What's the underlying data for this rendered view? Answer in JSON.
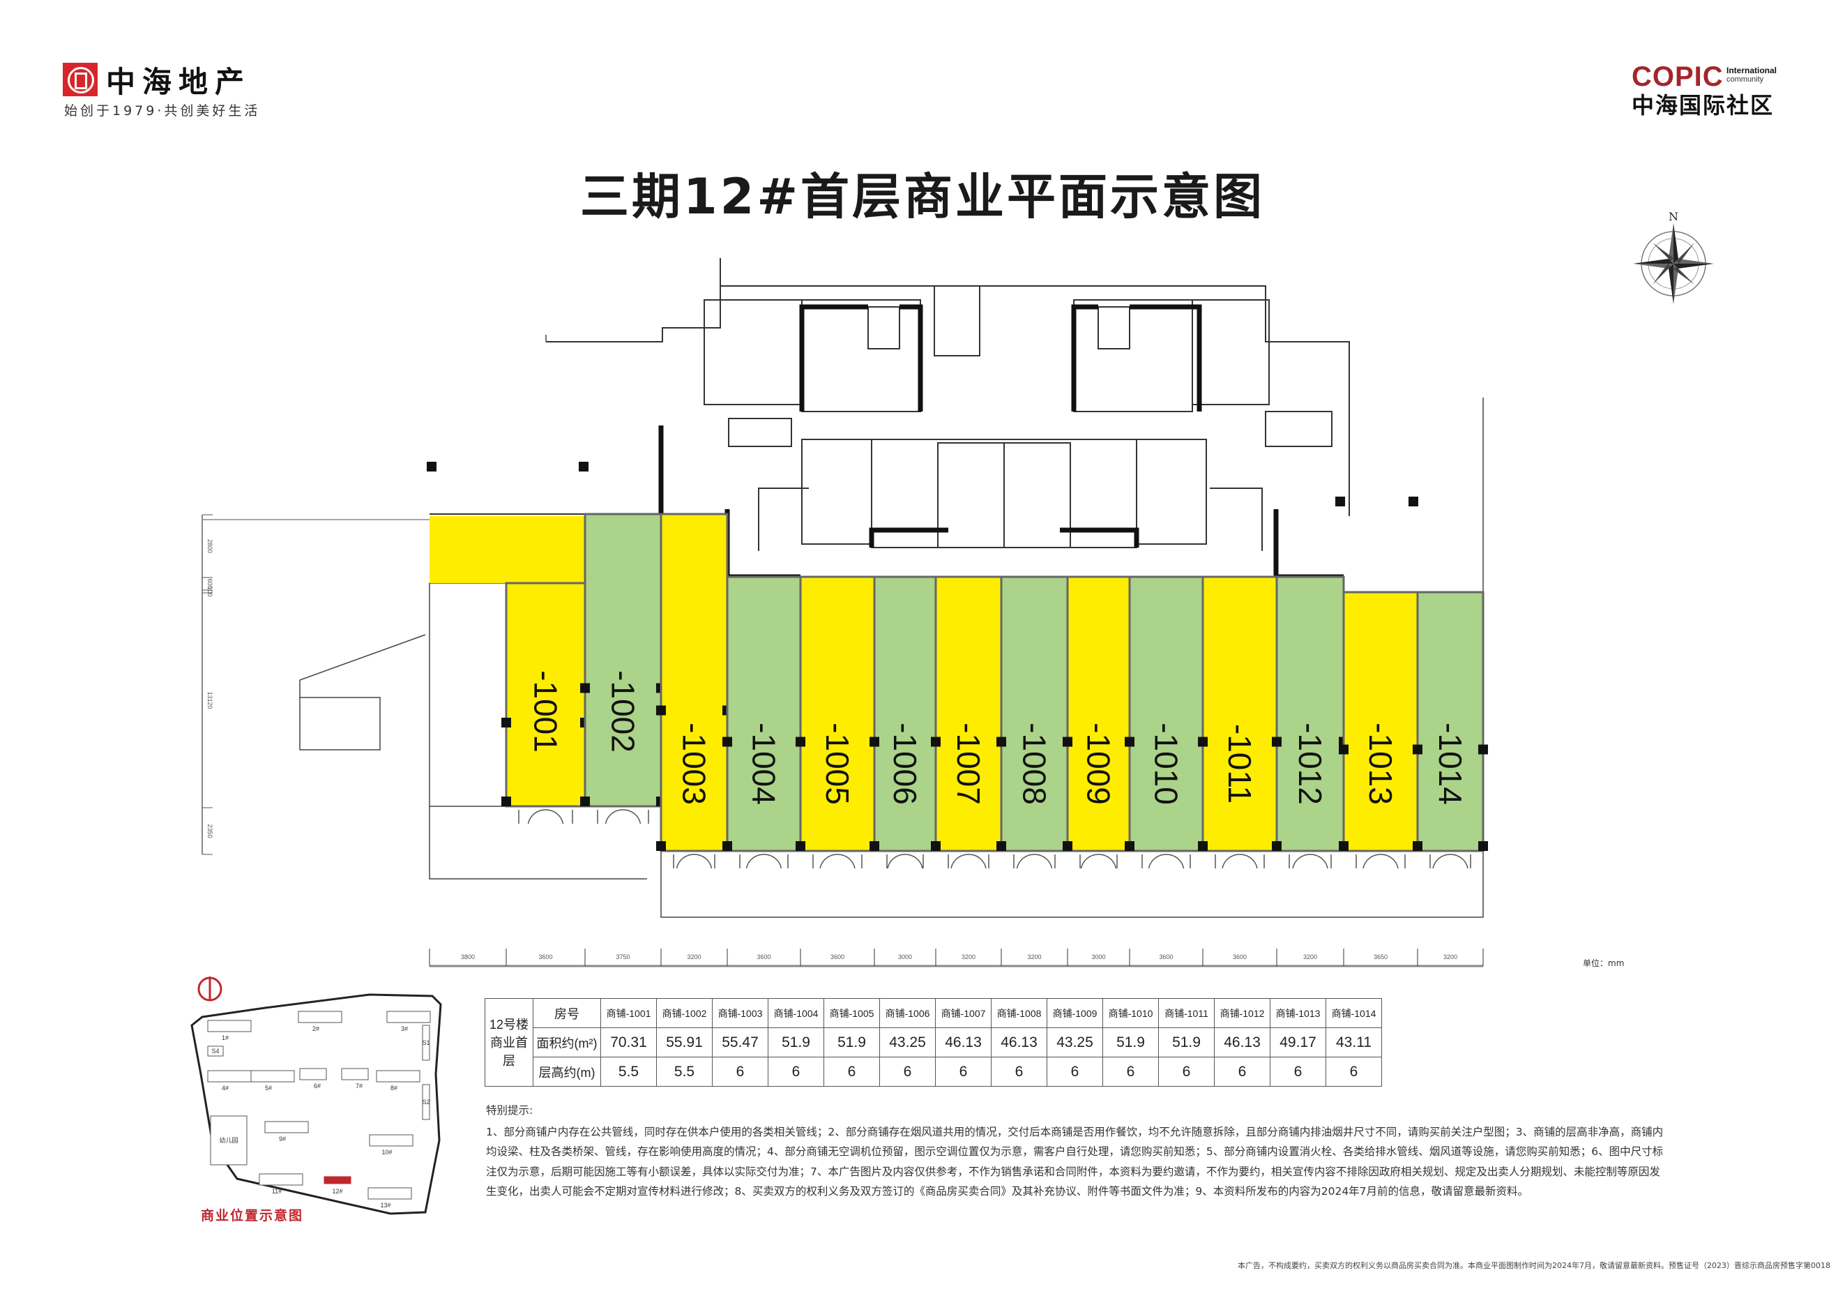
{
  "header": {
    "brand_name": "中海地产",
    "brand_slogan": "始创于1979·共创美好生活",
    "community_logo": "COPIC",
    "community_logo_sub1": "International",
    "community_logo_sub2": "community",
    "community_name": "中海国际社区",
    "title": "三期12#首层商业平面示意图"
  },
  "compass": {
    "north_label": "N"
  },
  "colors": {
    "yellow_unit": "#FFED00",
    "green_unit": "#ABD38A",
    "brand_red": "#D7262B"
  },
  "plan": {
    "units": [
      {
        "label": "-1001",
        "color": "yellow"
      },
      {
        "label": "-1002",
        "color": "green"
      },
      {
        "label": "-1003",
        "color": "yellow"
      },
      {
        "label": "-1004",
        "color": "green"
      },
      {
        "label": "-1005",
        "color": "yellow"
      },
      {
        "label": "-1006",
        "color": "green"
      },
      {
        "label": "-1007",
        "color": "yellow"
      },
      {
        "label": "-1008",
        "color": "green"
      },
      {
        "label": "-1009",
        "color": "yellow"
      },
      {
        "label": "-1010",
        "color": "green"
      },
      {
        "label": "-1011",
        "color": "yellow"
      },
      {
        "label": "-1012",
        "color": "green"
      },
      {
        "label": "-1013",
        "color": "yellow"
      },
      {
        "label": "-1014",
        "color": "green"
      }
    ],
    "bottom_dimensions": [
      "3800",
      "3600",
      "3750",
      "3200",
      "3600",
      "3600",
      "3000",
      "3200",
      "3200",
      "3000",
      "3600",
      "3600",
      "3200",
      "3650",
      "3200"
    ],
    "left_dimensions": [
      "2800",
      "600",
      "100",
      "13120",
      "2350"
    ],
    "unit_note": "单位：mm"
  },
  "table": {
    "group_label": "12号楼商业首层",
    "row_headers": [
      "房号",
      "面积约(m²)",
      "层高约(m)"
    ],
    "shops": [
      "商铺-1001",
      "商铺-1002",
      "商铺-1003",
      "商铺-1004",
      "商铺-1005",
      "商铺-1006",
      "商铺-1007",
      "商铺-1008",
      "商铺-1009",
      "商铺-1010",
      "商铺-1011",
      "商铺-1012",
      "商铺-1013",
      "商铺-1014"
    ],
    "areas": [
      "70.31",
      "55.91",
      "55.47",
      "51.9",
      "51.9",
      "43.25",
      "46.13",
      "46.13",
      "43.25",
      "51.9",
      "51.9",
      "46.13",
      "49.17",
      "43.11"
    ],
    "heights": [
      "5.5",
      "5.5",
      "6",
      "6",
      "6",
      "6",
      "6",
      "6",
      "6",
      "6",
      "6",
      "6",
      "6",
      "6"
    ]
  },
  "notes": {
    "heading": "特别提示:",
    "body": "1、部分商铺户内存在公共管线，同时存在供本户使用的各类相关管线；2、部分商铺存在烟风道共用的情况，交付后本商铺是否用作餐饮，均不允许随意拆除，且部分商铺内排油烟井尺寸不同，请购买前关注户型图；3、商铺的层高非净高，商铺内均设梁、柱及各类桥架、管线，存在影响使用高度的情况；4、部分商铺无空调机位预留，图示空调位置仅为示意，需客户自行处理，请您购买前知悉；5、部分商铺内设置消火栓、各类给排水管线、烟风道等设施，请您购买前知悉；6、图中尺寸标注仅为示意，后期可能因施工等有小额误差，具体以实际交付为准；7、本广告图片及内容仅供参考，不作为销售承诺和合同附件，本资料为要约邀请，不作为要约，相关宣传内容不排除因政府相关规划、规定及出卖人分期规划、未能控制等原因发生变化，出卖人可能会不定期对宣传材料进行修改；8、买卖双方的权利义务及双方签订的《商品房买卖合同》及其补充协议、附件等书面文件为准；9、本资料所发布的内容为2024年7月前的信息，敬请留意最新资料。"
  },
  "site_map": {
    "title": "商业位置示意图",
    "buildings": [
      "1#",
      "2#",
      "3#",
      "4#",
      "5#",
      "6#",
      "7#",
      "8#",
      "9#",
      "10#",
      "11#",
      "12#",
      "13#"
    ],
    "facilities": [
      "S1",
      "S2",
      "S4",
      "幼儿园"
    ]
  },
  "footer": {
    "disclaimer": "本广告，不构成要约，买卖双方的权利义务以商品房买卖合同为准。本商业平面图制作时间为2024年7月，敬请留意最新资料。预售证号（2023）晋综示商品房预售字第0018"
  }
}
